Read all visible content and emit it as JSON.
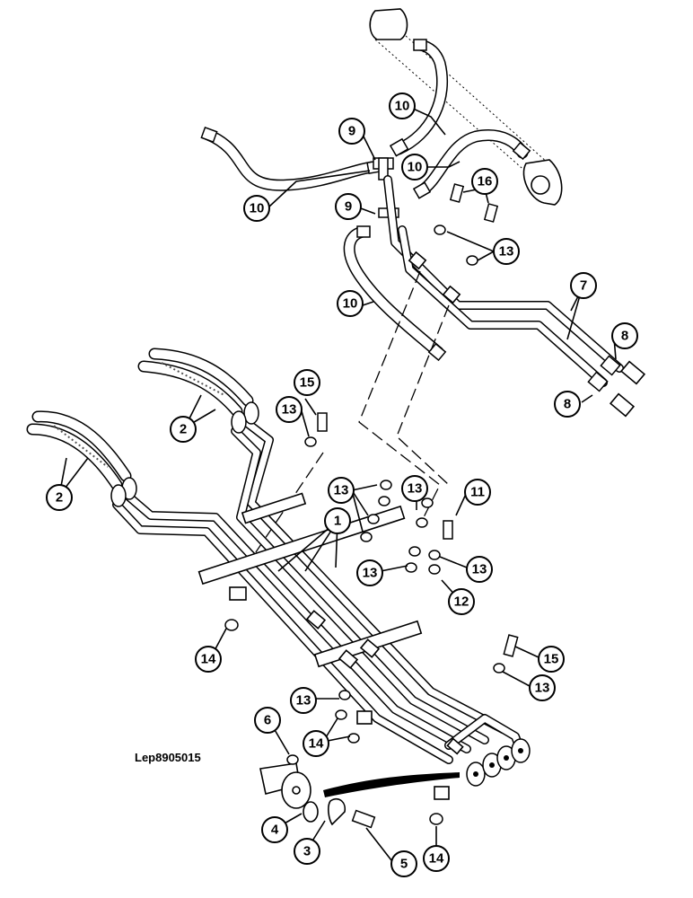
{
  "reference_code": "Lep8905015",
  "callouts": [
    {
      "label": "1"
    },
    {
      "label": "2"
    },
    {
      "label": "2"
    },
    {
      "label": "3"
    },
    {
      "label": "4"
    },
    {
      "label": "5"
    },
    {
      "label": "6"
    },
    {
      "label": "7"
    },
    {
      "label": "8"
    },
    {
      "label": "8"
    },
    {
      "label": "9"
    },
    {
      "label": "9"
    },
    {
      "label": "10"
    },
    {
      "label": "10"
    },
    {
      "label": "10"
    },
    {
      "label": "10"
    },
    {
      "label": "11"
    },
    {
      "label": "12"
    },
    {
      "label": "13"
    },
    {
      "label": "13"
    },
    {
      "label": "13"
    },
    {
      "label": "13"
    },
    {
      "label": "13"
    },
    {
      "label": "13"
    },
    {
      "label": "13"
    },
    {
      "label": "13"
    },
    {
      "label": "14"
    },
    {
      "label": "14"
    },
    {
      "label": "14"
    },
    {
      "label": "15"
    },
    {
      "label": "15"
    },
    {
      "label": "16"
    }
  ]
}
